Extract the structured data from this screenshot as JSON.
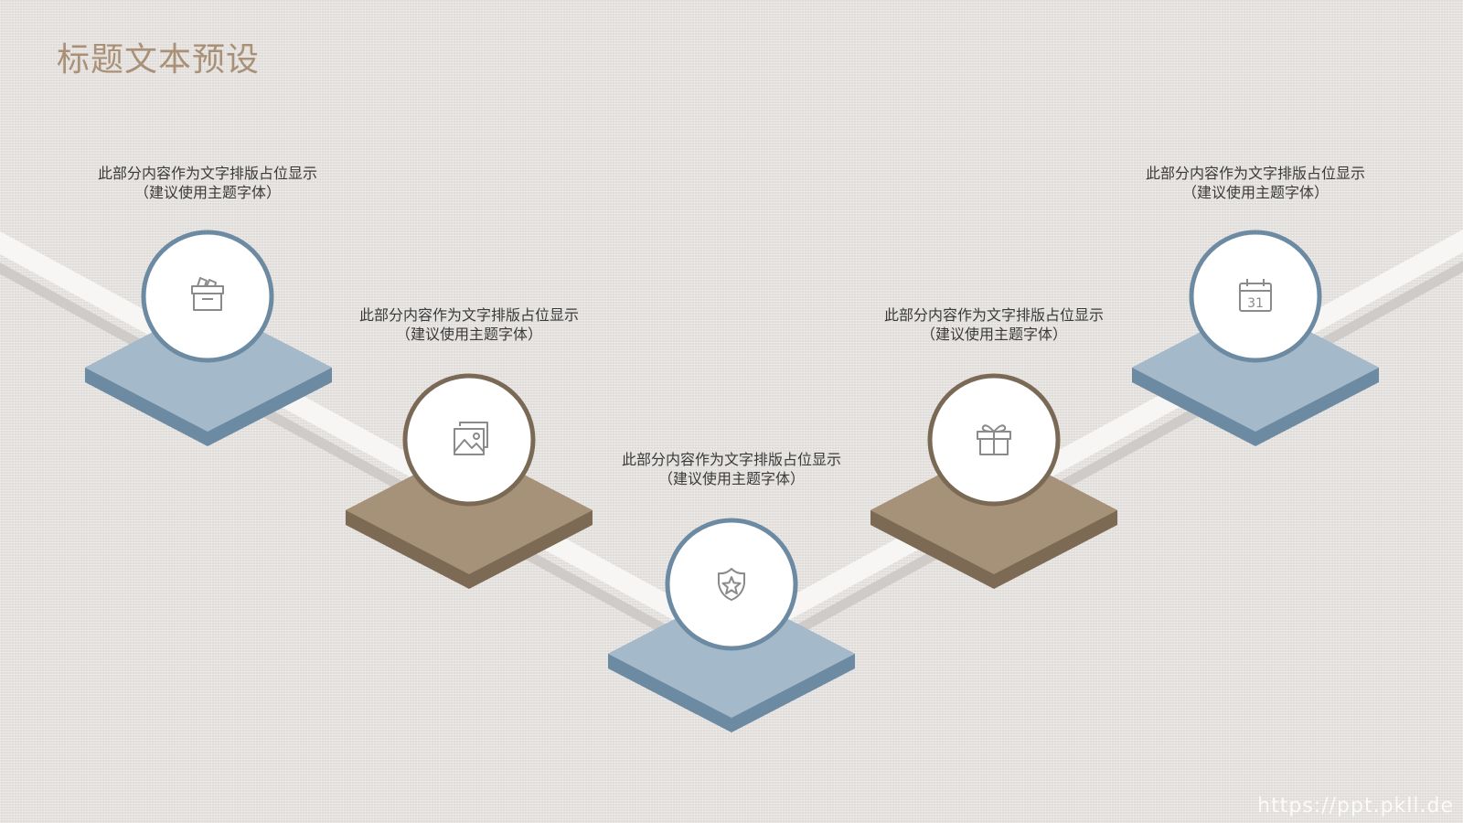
{
  "title": "标题文本预设",
  "watermark": "https://ppt.pkll.de",
  "colors": {
    "background": "#e9e6e3",
    "title": "#a99178",
    "blue_top": "#a4b9c9",
    "blue_side": "#6d8aa3",
    "brown_top": "#a69278",
    "brown_side": "#7c6a55",
    "blue_ring": "#6d8aa3",
    "brown_ring": "#7a6a55"
  },
  "steps": [
    {
      "text_line1": "此部分内容作为文字排版占位显示",
      "text_line2": "（建议使用主题字体）",
      "icon": "archive-box-icon",
      "color": "blue"
    },
    {
      "text_line1": "此部分内容作为文字排版占位显示",
      "text_line2": "（建议使用主题字体）",
      "icon": "image-gallery-icon",
      "color": "brown"
    },
    {
      "text_line1": "此部分内容作为文字排版占位显示",
      "text_line2": "（建议使用主题字体）",
      "icon": "shield-star-icon",
      "color": "blue"
    },
    {
      "text_line1": "此部分内容作为文字排版占位显示",
      "text_line2": "（建议使用主题字体）",
      "icon": "gift-icon",
      "color": "brown"
    },
    {
      "text_line1": "此部分内容作为文字排版占位显示",
      "text_line2": "（建议使用主题字体）",
      "icon": "calendar-icon",
      "color": "blue",
      "icon_text": "31"
    }
  ]
}
